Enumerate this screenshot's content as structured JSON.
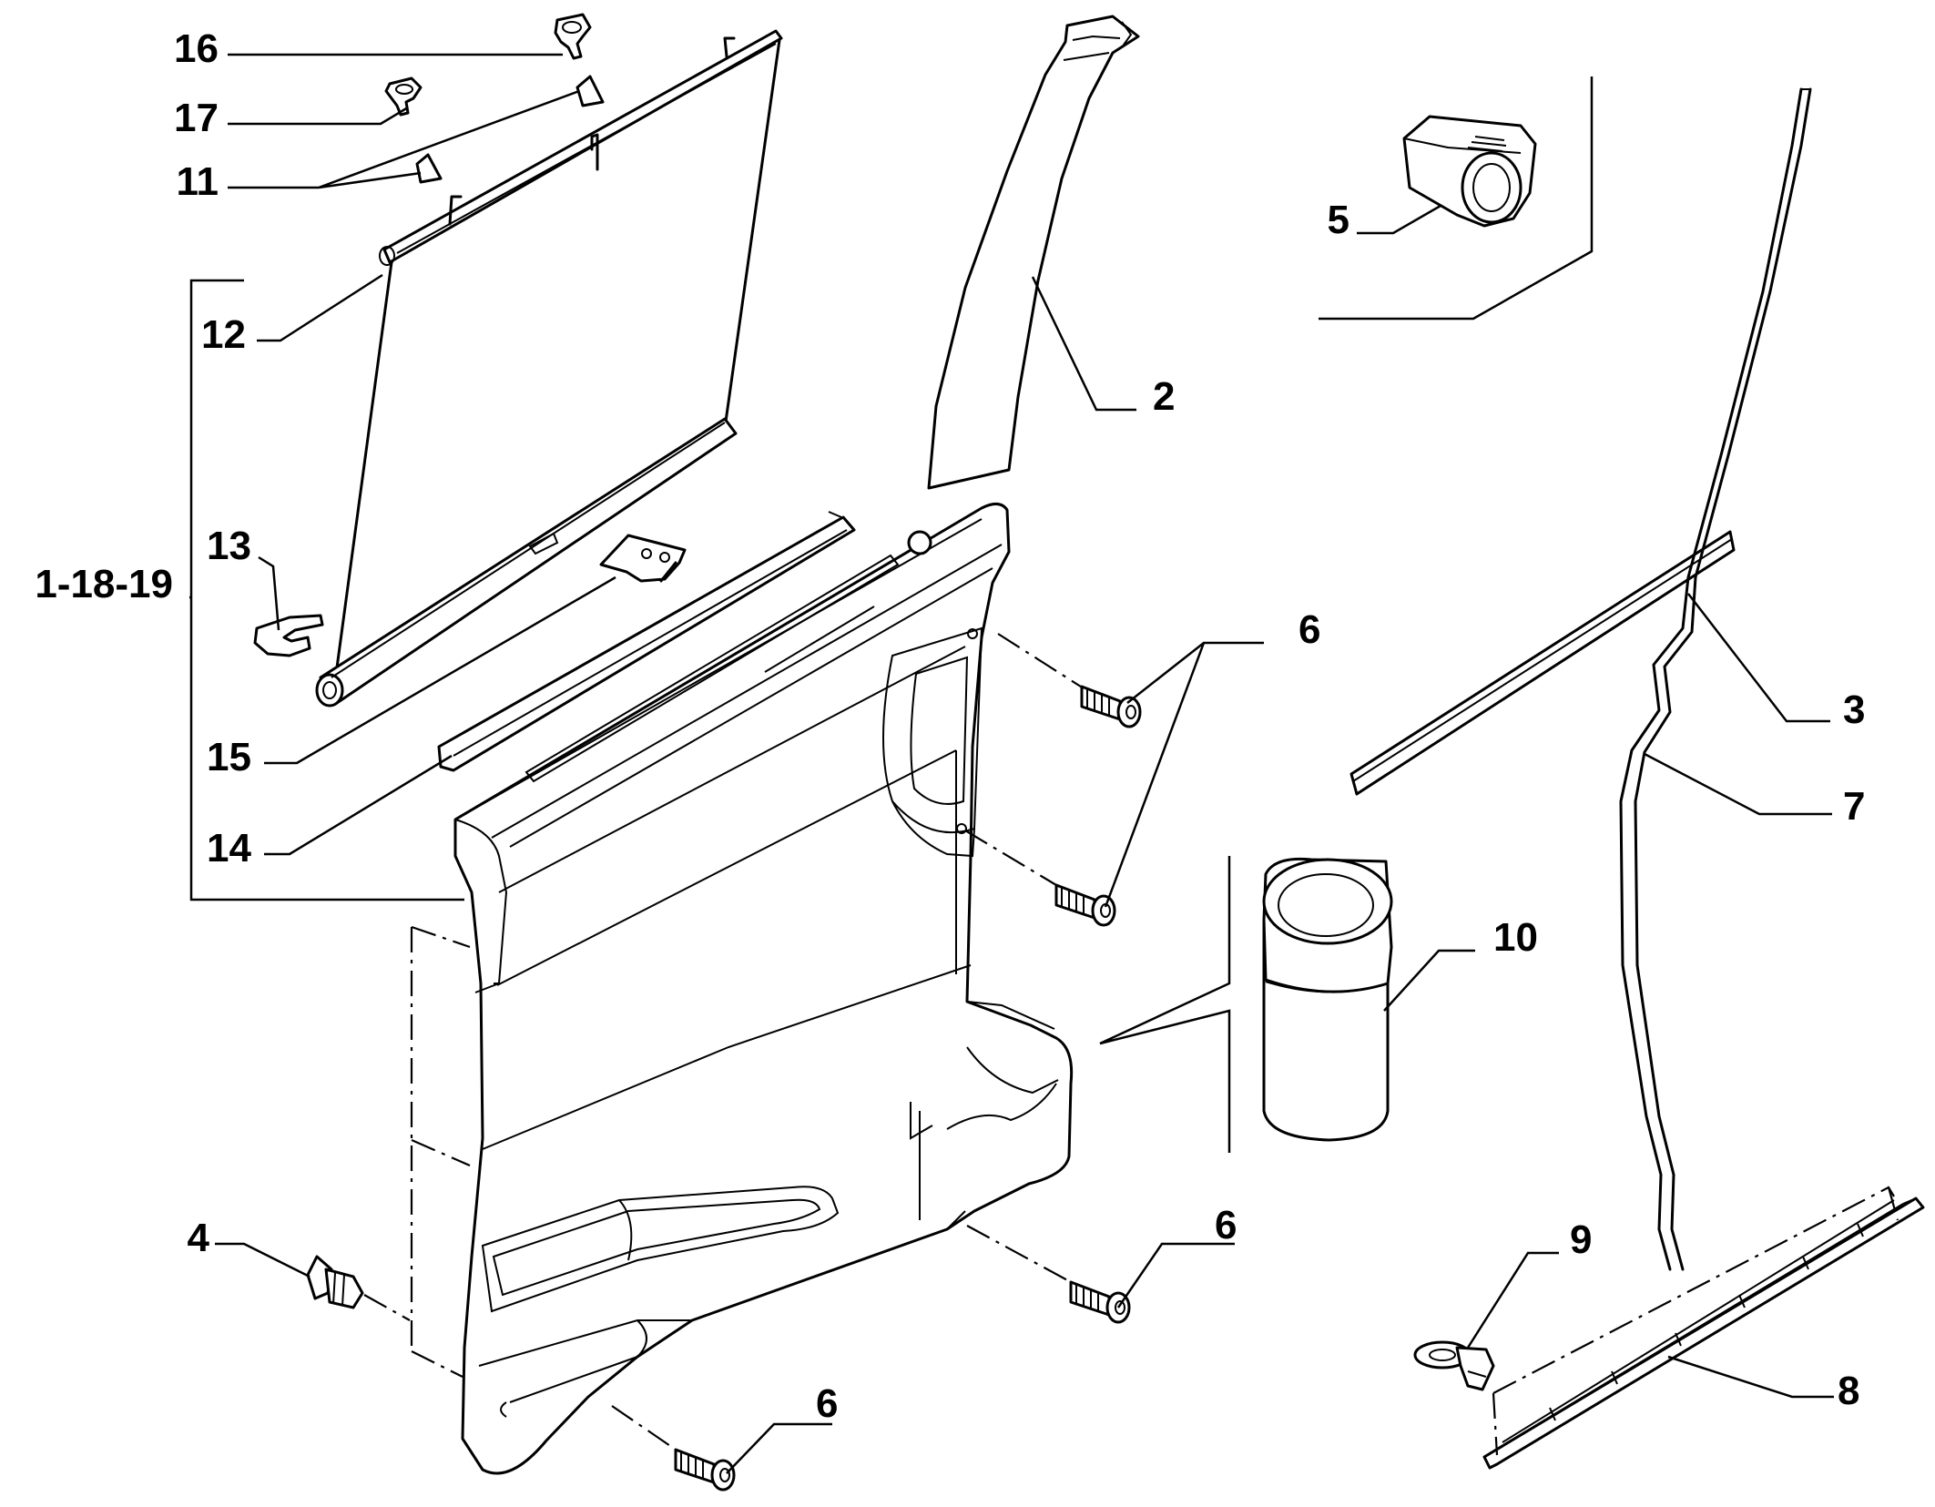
{
  "callouts": {
    "c16": "16",
    "c17": "17",
    "c11": "11",
    "c12": "12",
    "c13": "13",
    "c1_18_19": "1-18-19",
    "c15": "15",
    "c14": "14",
    "c2": "2",
    "c5": "5",
    "c3": "3",
    "c7": "7",
    "c6a": "6",
    "c6b": "6",
    "c6c": "6",
    "c10": "10",
    "c4": "4",
    "c9": "9",
    "c8": "8"
  }
}
